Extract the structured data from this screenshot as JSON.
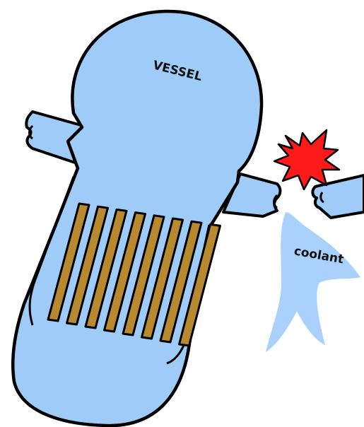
{
  "labels": {
    "vessel": "VESSEL",
    "coolant": "coolant"
  },
  "colors": {
    "vessel_fill": "#9ecbf7",
    "outline": "#000000",
    "fuel_rod": "#b8892e",
    "coolant_fill": "#a9d1fb",
    "rupture_burst": "#ff1a1a",
    "background": "#ffffff"
  },
  "components": {
    "fuel_rod_count": 8,
    "vessel_nozzles": [
      "inlet-nozzle",
      "outlet-nozzle"
    ],
    "broken_pipe": "ruptured-pipe",
    "burst_icon": "explosion-icon",
    "leak": "coolant-leak"
  }
}
